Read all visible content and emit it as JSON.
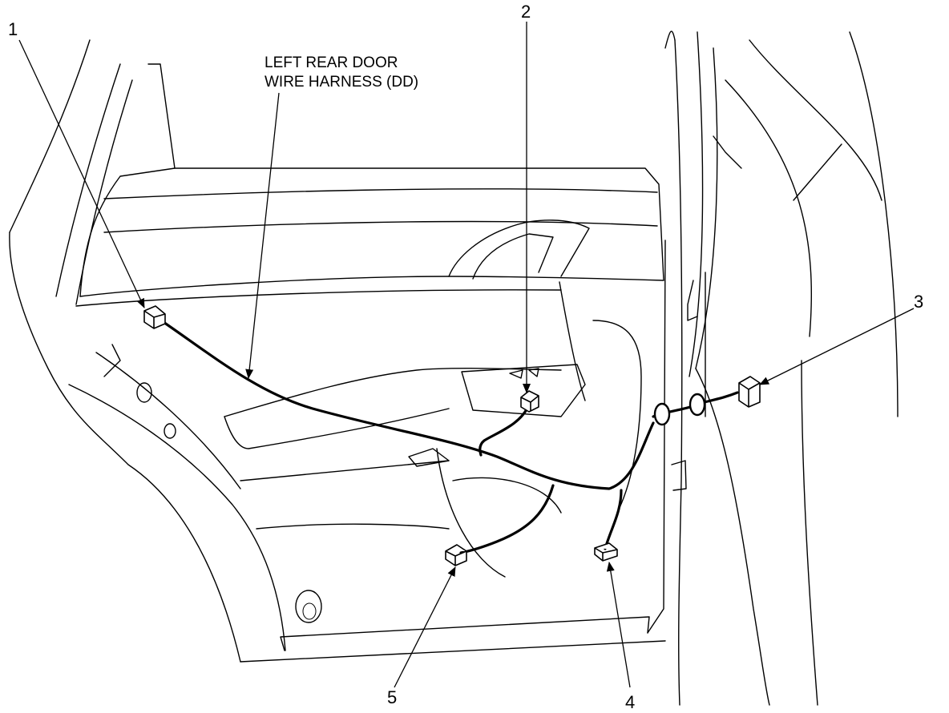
{
  "title": {
    "line1": "LEFT REAR DOOR",
    "line2": "WIRE HARNESS (DD)"
  },
  "callouts": [
    {
      "id": "1",
      "label": "1"
    },
    {
      "id": "2",
      "label": "2"
    },
    {
      "id": "3",
      "label": "3"
    },
    {
      "id": "4",
      "label": "4"
    },
    {
      "id": "5",
      "label": "5"
    }
  ]
}
